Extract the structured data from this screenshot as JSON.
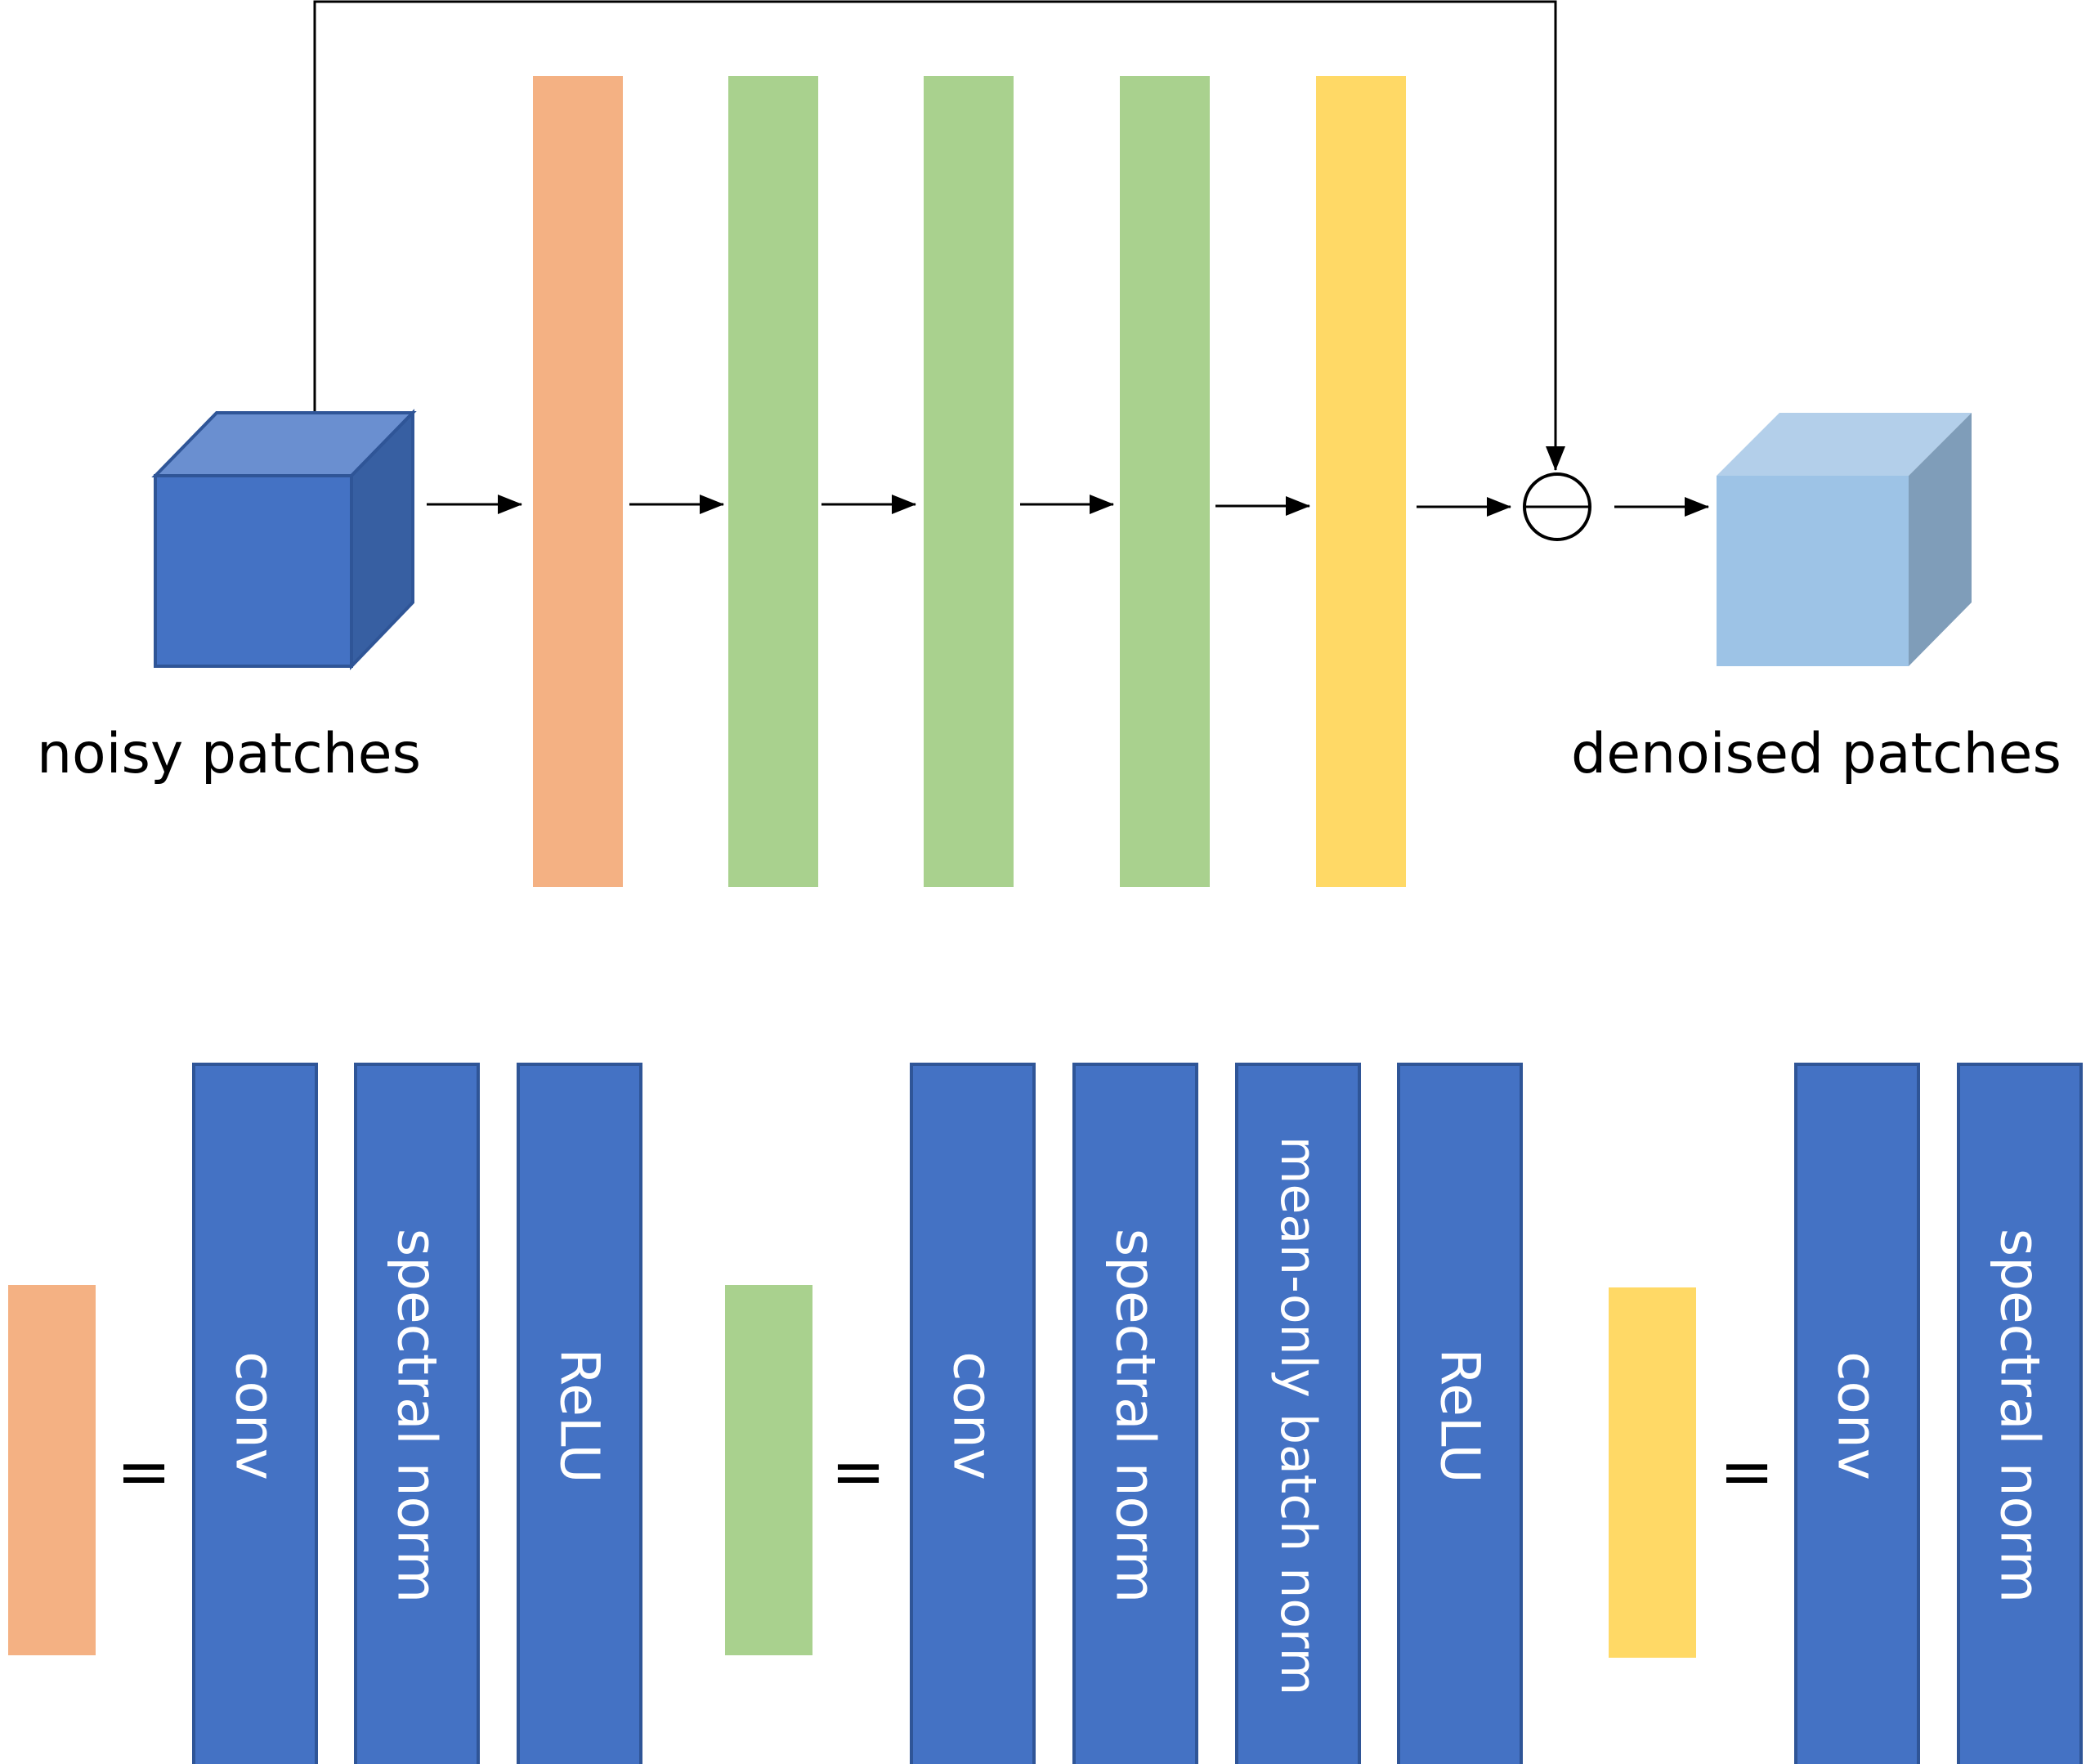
{
  "top": {
    "input_label": "noisy patches",
    "output_label": "denoised patches"
  },
  "colors": {
    "orange": "#F4B183",
    "green": "#A9D18E",
    "yellow": "#FFD966",
    "blue": "#4472C4",
    "blue_dark": "#2F5597",
    "light_blue": "#9DC3E6"
  },
  "legend": {
    "equals": "=",
    "orange_ops": [
      "conv",
      "spectral norm",
      "ReLU"
    ],
    "green_ops": [
      "conv",
      "spectral norm",
      "mean-only batch norm",
      "ReLU"
    ],
    "yellow_ops": [
      "conv",
      "spectral norm"
    ]
  }
}
